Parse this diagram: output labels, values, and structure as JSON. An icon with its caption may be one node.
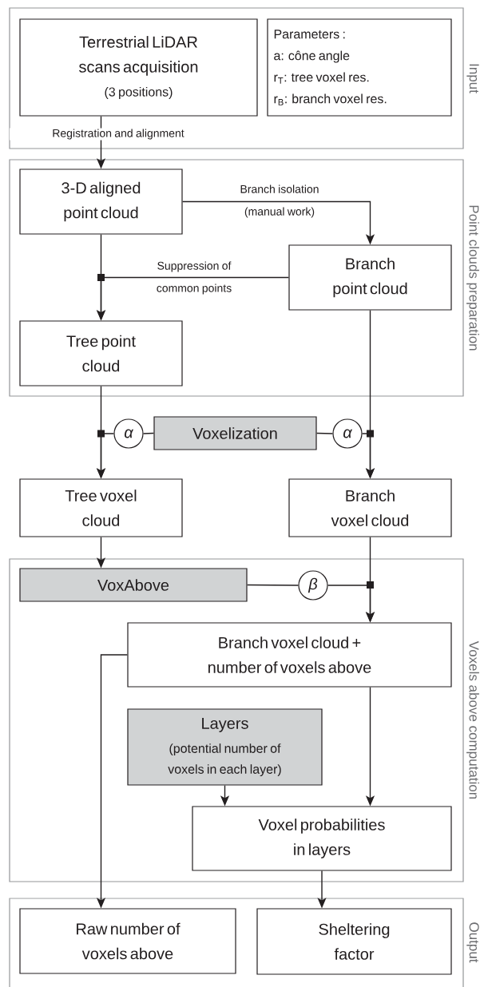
{
  "diagram": {
    "nodes": [
      {
        "text": [
          "Input"
        ]
      },
      {
        "text": [
          "Terrestrial LiDAR scans acquisition",
          "(3 positions)"
        ],
        "in": 0
      },
      {
        "text": [
          "Parameters :",
          "a: cône angle",
          "r$_{T}$: tree voxel res.",
          "r$_{B}$: branch voxel res."
        ],
        "in": 0
      },
      {
        "text": [
          "Point clouds preparation"
        ]
      },
      {
        "text": [
          "3-D aligned point cloud"
        ],
        "in": 3
      },
      {
        "text": [
          "Branch point cloud"
        ],
        "in": 3
      },
      {
        "text": [
          "Tree point cloud"
        ],
        "in": 3
      },
      {
        "text": [
          "Voxelization"
        ]
      },
      {
        "text": [
          "α"
        ]
      },
      {
        "text": [
          "α"
        ]
      },
      {
        "text": [
          "Tree voxel cloud"
        ]
      },
      {
        "text": [
          "Branch voxel cloud"
        ]
      },
      {
        "text": [
          "Voxels above computation"
        ]
      },
      {
        "text": [
          "VoxAbove"
        ],
        "in": 12
      },
      {
        "text": [
          "β"
        ],
        "in": 12
      },
      {
        "text": [
          "Branch voxel cloud + number of voxels above"
        ],
        "in": 12
      },
      {
        "text": [
          "Layers",
          "(potential number of voxels in each layer)"
        ],
        "in": 12
      },
      {
        "text": [
          "Voxel probabilities in layers"
        ],
        "in": 12
      },
      {
        "text": [
          "Output"
        ]
      },
      {
        "text": [
          "Raw number of voxels above"
        ],
        "in": 18
      },
      {
        "text": [
          "Sheltering factor"
        ],
        "in": 18
      }
    ],
    "edges": [
      {
        "from": 1,
        "to": 4,
        "arrow": "to",
        "label": "Registration and alignment"
      },
      {
        "from": 4,
        "to": 5,
        "arrow": "to",
        "label": "Branch isolation (manual work)"
      },
      {
        "from": 4,
        "to": 6,
        "arrow": "to"
      },
      {
        "from": 5,
        "to": 6,
        "arrow": "to",
        "label": "Suppression of common points"
      },
      {
        "from": 6,
        "to": 10,
        "arrow": "to"
      },
      {
        "from": 7,
        "to": 8,
        "arrow": "none"
      },
      {
        "from": 8,
        "to": 10,
        "arrow": "to"
      },
      {
        "from": 7,
        "to": 9,
        "arrow": "none"
      },
      {
        "from": 9,
        "to": 11,
        "arrow": "to"
      },
      {
        "from": 5,
        "to": 11,
        "arrow": "to"
      },
      {
        "from": 10,
        "to": 13,
        "arrow": "to"
      },
      {
        "from": 11,
        "to": 15,
        "arrow": "to"
      },
      {
        "from": 13,
        "to": 14,
        "arrow": "none"
      },
      {
        "from": 14,
        "to": 15,
        "arrow": "to"
      },
      {
        "from": 15,
        "to": 19,
        "arrow": "to"
      },
      {
        "from": 15,
        "to": 17,
        "arrow": "to"
      },
      {
        "from": 16,
        "to": 17,
        "arrow": "to"
      },
      {
        "from": 17,
        "to": 20,
        "arrow": "to"
      }
    ]
  }
}
